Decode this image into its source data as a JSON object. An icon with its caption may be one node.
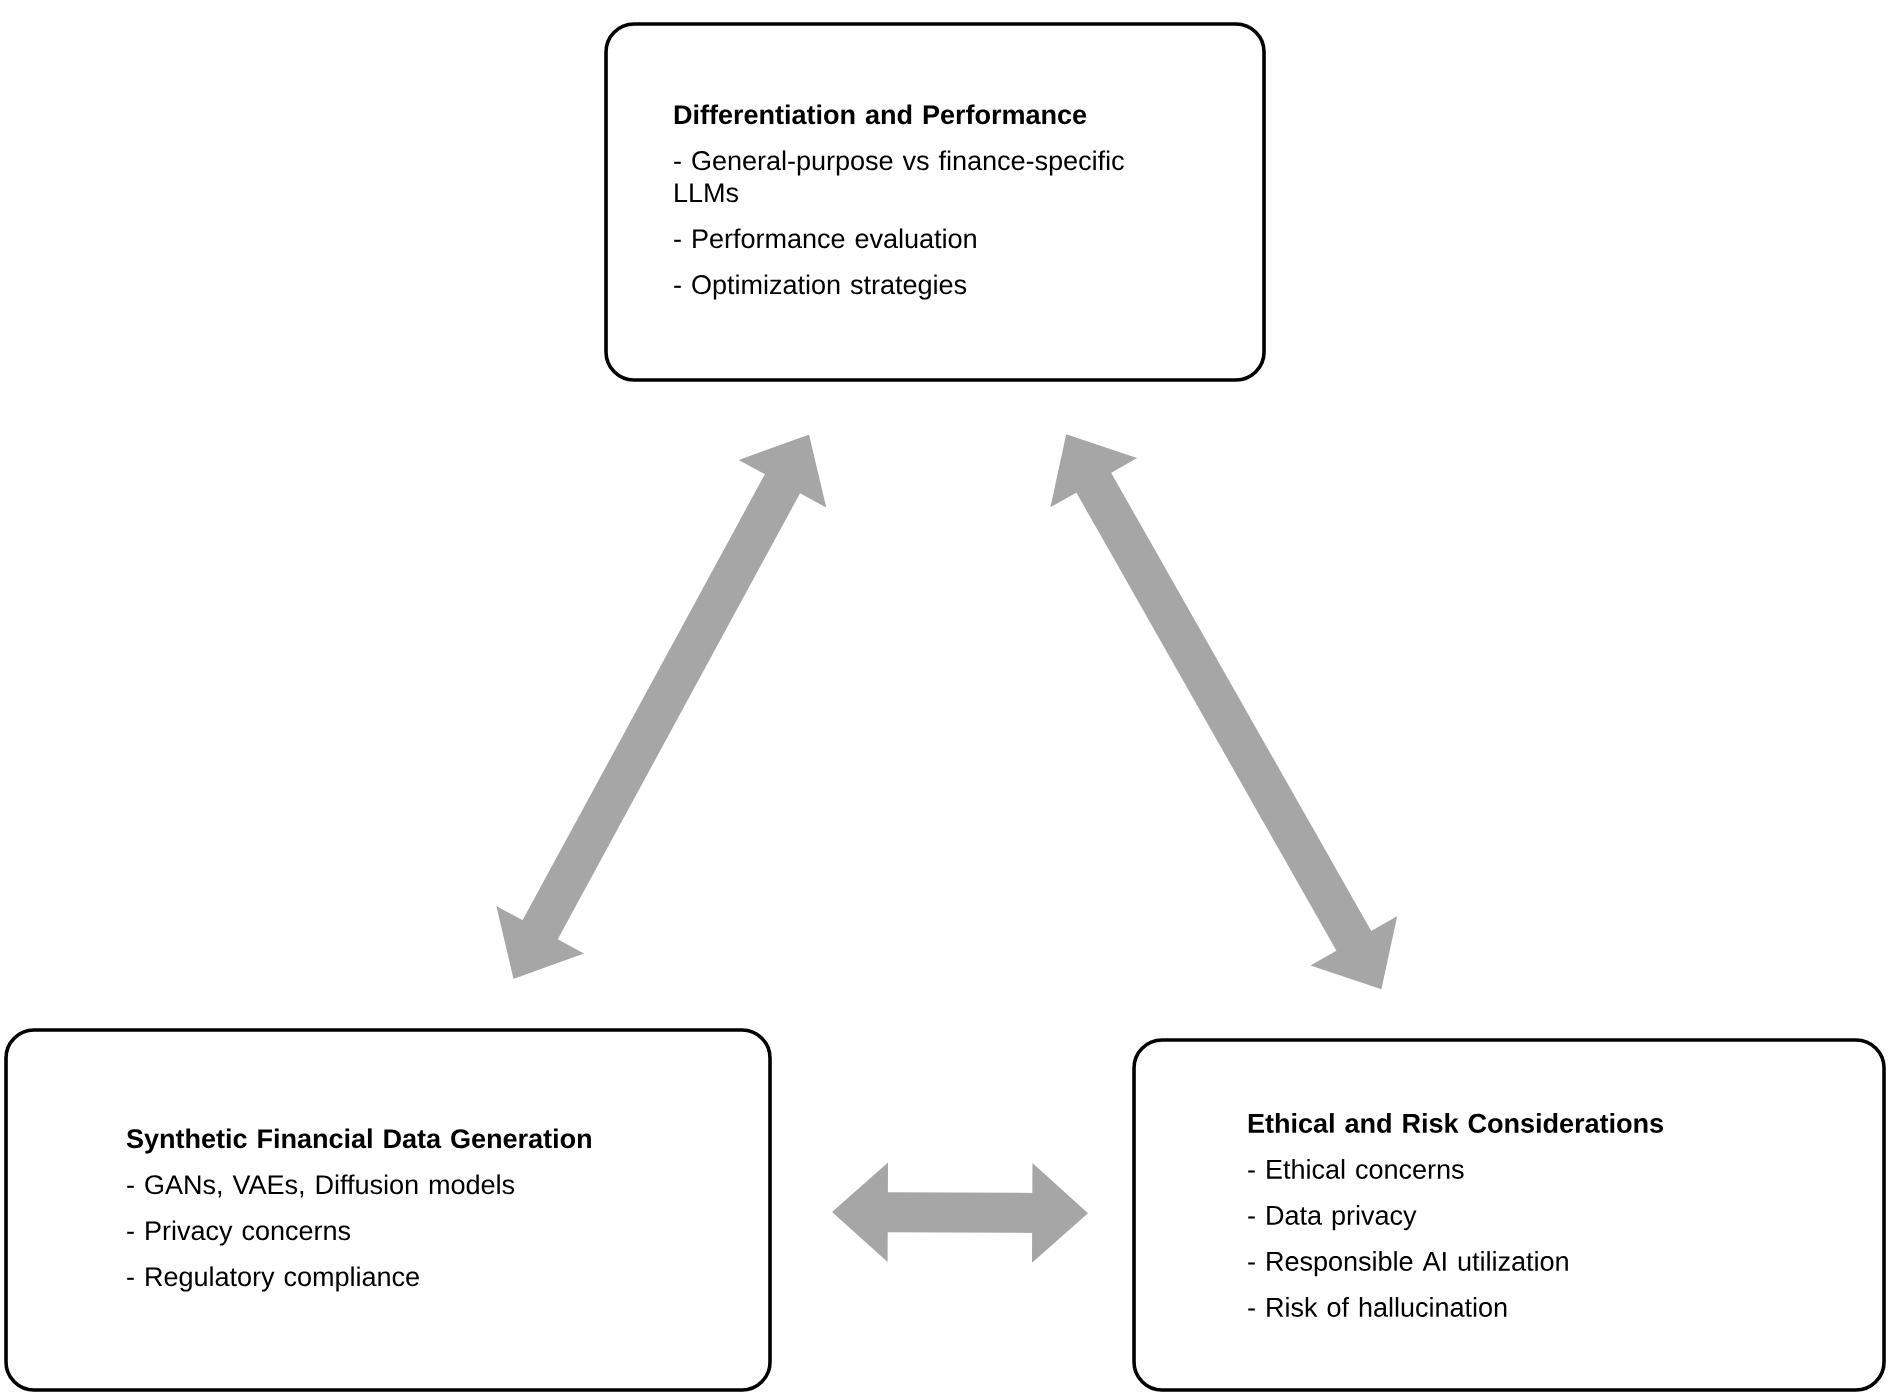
{
  "diagram": {
    "nodes": [
      {
        "text": [
          "Differentiation and Performance",
          "- General-purpose vs finance-specific LLMs",
          "- Performance evaluation",
          "- Optimization strategies"
        ]
      },
      {
        "text": [
          "Synthetic Financial Data Generation",
          "- GANs, VAEs, Diffusion models",
          "- Privacy concerns",
          "- Regulatory compliance"
        ]
      },
      {
        "text": [
          "Ethical and Risk Considerations",
          "- Ethical concerns",
          "- Data privacy",
          "- Responsible AI utilization",
          "- Risk of hallucination"
        ]
      }
    ],
    "edges": [
      {
        "from": 0,
        "to": 1,
        "arrow": "both"
      },
      {
        "from": 0,
        "to": 2,
        "arrow": "both"
      },
      {
        "from": 1,
        "to": 2,
        "arrow": "both"
      }
    ]
  }
}
